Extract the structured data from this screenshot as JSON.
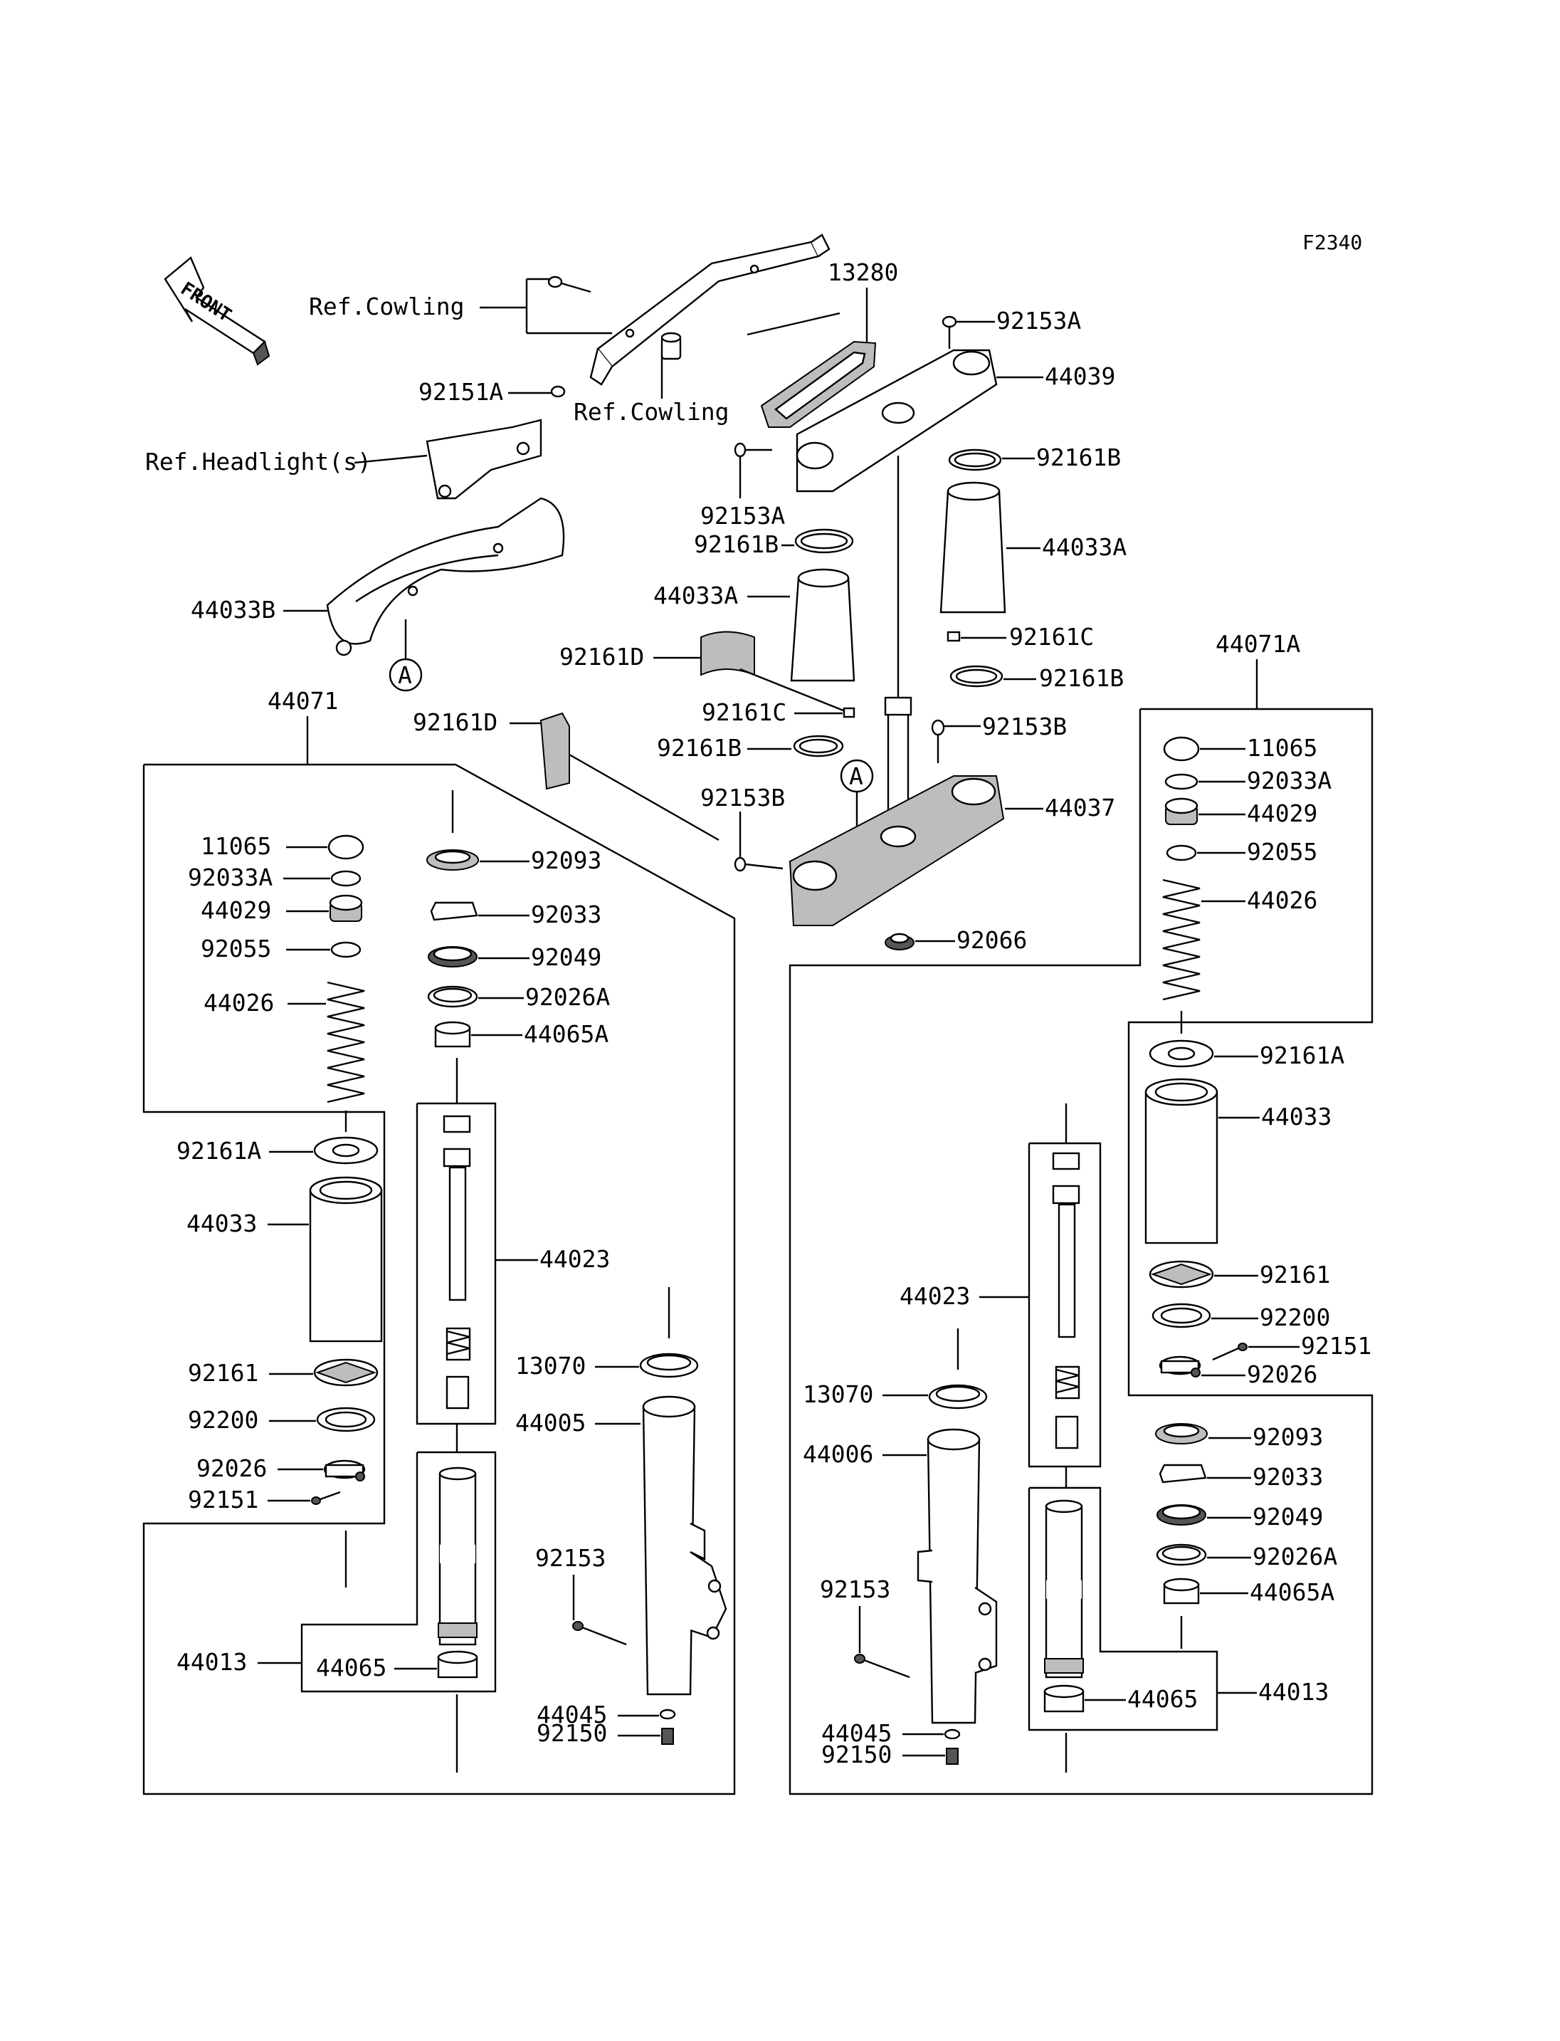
{
  "diagram_code": "F2340",
  "front_arrow_label": "FRONT",
  "ref_labels": {
    "cowling_left": "Ref.Cowling",
    "cowling_center": "Ref.Cowling",
    "headlight": "Ref.Headlight(s)"
  },
  "circle_markers": [
    "A",
    "A"
  ],
  "top_parts": {
    "p13280": "13280",
    "p92153A_top": "92153A",
    "p44039": "44039",
    "p92151A": "92151A",
    "p92161B_right1": "92161B",
    "p92153A_left": "92153A",
    "p92161B_left1": "92161B",
    "p44033A_right": "44033A",
    "p44033A_left": "44033A",
    "p44033B": "44033B",
    "p92161C_right": "92161C",
    "p92161D_left": "92161D",
    "p92161B_right2": "92161B",
    "p92161C_left": "92161C",
    "p92153B_right": "92153B",
    "p92161D_mid": "92161D",
    "p92161B_left2": "92161B",
    "p92153B_left": "92153B",
    "p44037": "44037",
    "p92066": "92066"
  },
  "left_fork": {
    "assembly": "44071",
    "p11065": "11065",
    "p92033A": "92033A",
    "p44029": "44029",
    "p92055": "92055",
    "p44026": "44026",
    "p92161A": "92161A",
    "p44033": "44033",
    "p92161": "92161",
    "p92200": "92200",
    "p92026": "92026",
    "p92151": "92151",
    "p92093": "92093",
    "p92033": "92033",
    "p92049": "92049",
    "p92026A": "92026A",
    "p44065A": "44065A",
    "p44023": "44023",
    "p13070": "13070",
    "p44005": "44005",
    "p92153": "92153",
    "p44013": "44013",
    "p44065": "44065",
    "p44045": "44045",
    "p92150": "92150"
  },
  "right_fork": {
    "assembly": "44071A",
    "p11065": "11065",
    "p92033A": "92033A",
    "p44029": "44029",
    "p92055": "92055",
    "p44026": "44026",
    "p92161A": "92161A",
    "p44033": "44033",
    "p92161": "92161",
    "p92200": "92200",
    "p92151": "92151",
    "p92026": "92026",
    "p92093": "92093",
    "p92033": "92033",
    "p92049": "92049",
    "p92026A": "92026A",
    "p44065A": "44065A",
    "p44023": "44023",
    "p13070": "13070",
    "p44006": "44006",
    "p92153": "92153",
    "p44013": "44013",
    "p44065": "44065",
    "p44045": "44045",
    "p92150": "92150"
  }
}
